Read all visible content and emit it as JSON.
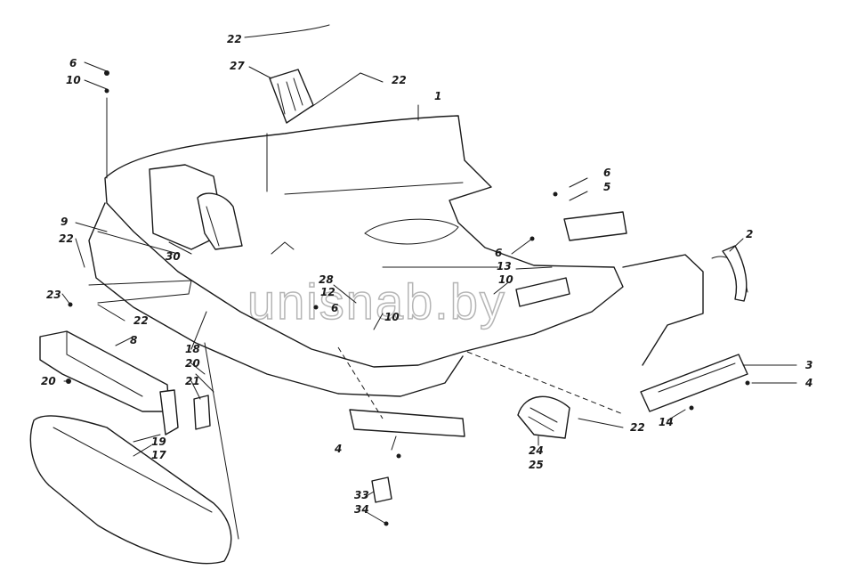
{
  "watermark": "unisnab.by",
  "callouts": {
    "c22a": "22",
    "c27": "27",
    "c22b": "22",
    "c1": "1",
    "c6a": "6",
    "c10a": "10",
    "c9": "9",
    "c22c": "22",
    "c30": "30",
    "c23": "23",
    "c28": "28",
    "c12": "12",
    "c6b": "6",
    "c10b": "10",
    "c22d": "22",
    "c8": "8",
    "c18": "18",
    "c20a": "20",
    "c21": "21",
    "c20b": "20",
    "c19": "19",
    "c17": "17",
    "c4a": "4",
    "c33": "33",
    "c34": "34",
    "c6c": "6",
    "c5": "5",
    "c6d": "6",
    "c13": "13",
    "c10c": "10",
    "c2": "2",
    "c3": "3",
    "c4b": "4",
    "c14": "14",
    "c22e": "22",
    "c24": "24",
    "c25": "25"
  }
}
